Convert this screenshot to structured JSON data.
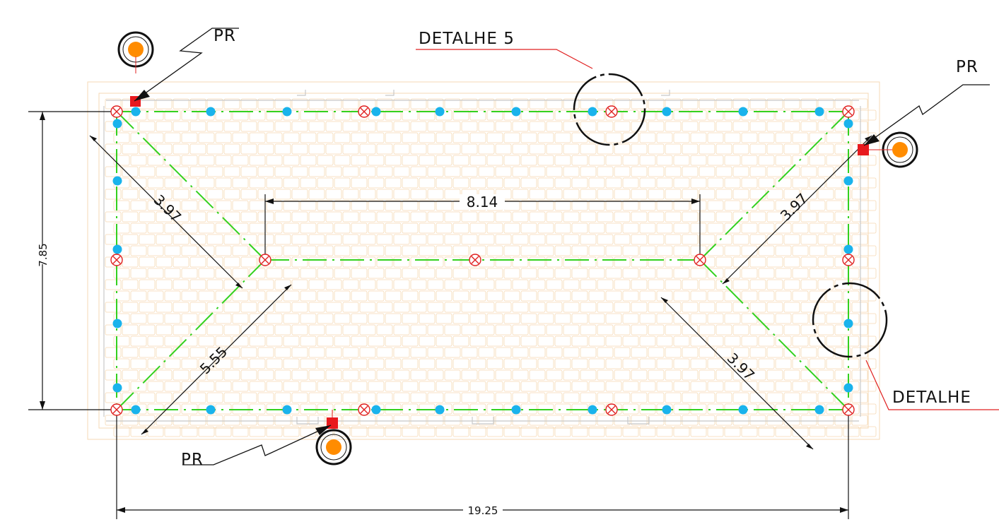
{
  "dimensions": {
    "width_total": "19.25",
    "height_total": "7.85",
    "ridge_length": "8.14",
    "hip_upper_left": "3.97",
    "hip_upper_right": "3.97",
    "hip_lower_right": "3.97",
    "hip_lower_left": "5.55"
  },
  "labels": {
    "downspout_top_left": "PR",
    "downspout_right": "PR",
    "downspout_bottom": "PR",
    "detail_top": "DETALHE 5",
    "detail_right": "DETALHE"
  },
  "colors": {
    "roof_tiles": "#f6d9b4",
    "drain_line": "#33d11f",
    "point_blue": "#19b3ec",
    "drop_marker": "#e02020",
    "downspout": "#ff8c00"
  }
}
